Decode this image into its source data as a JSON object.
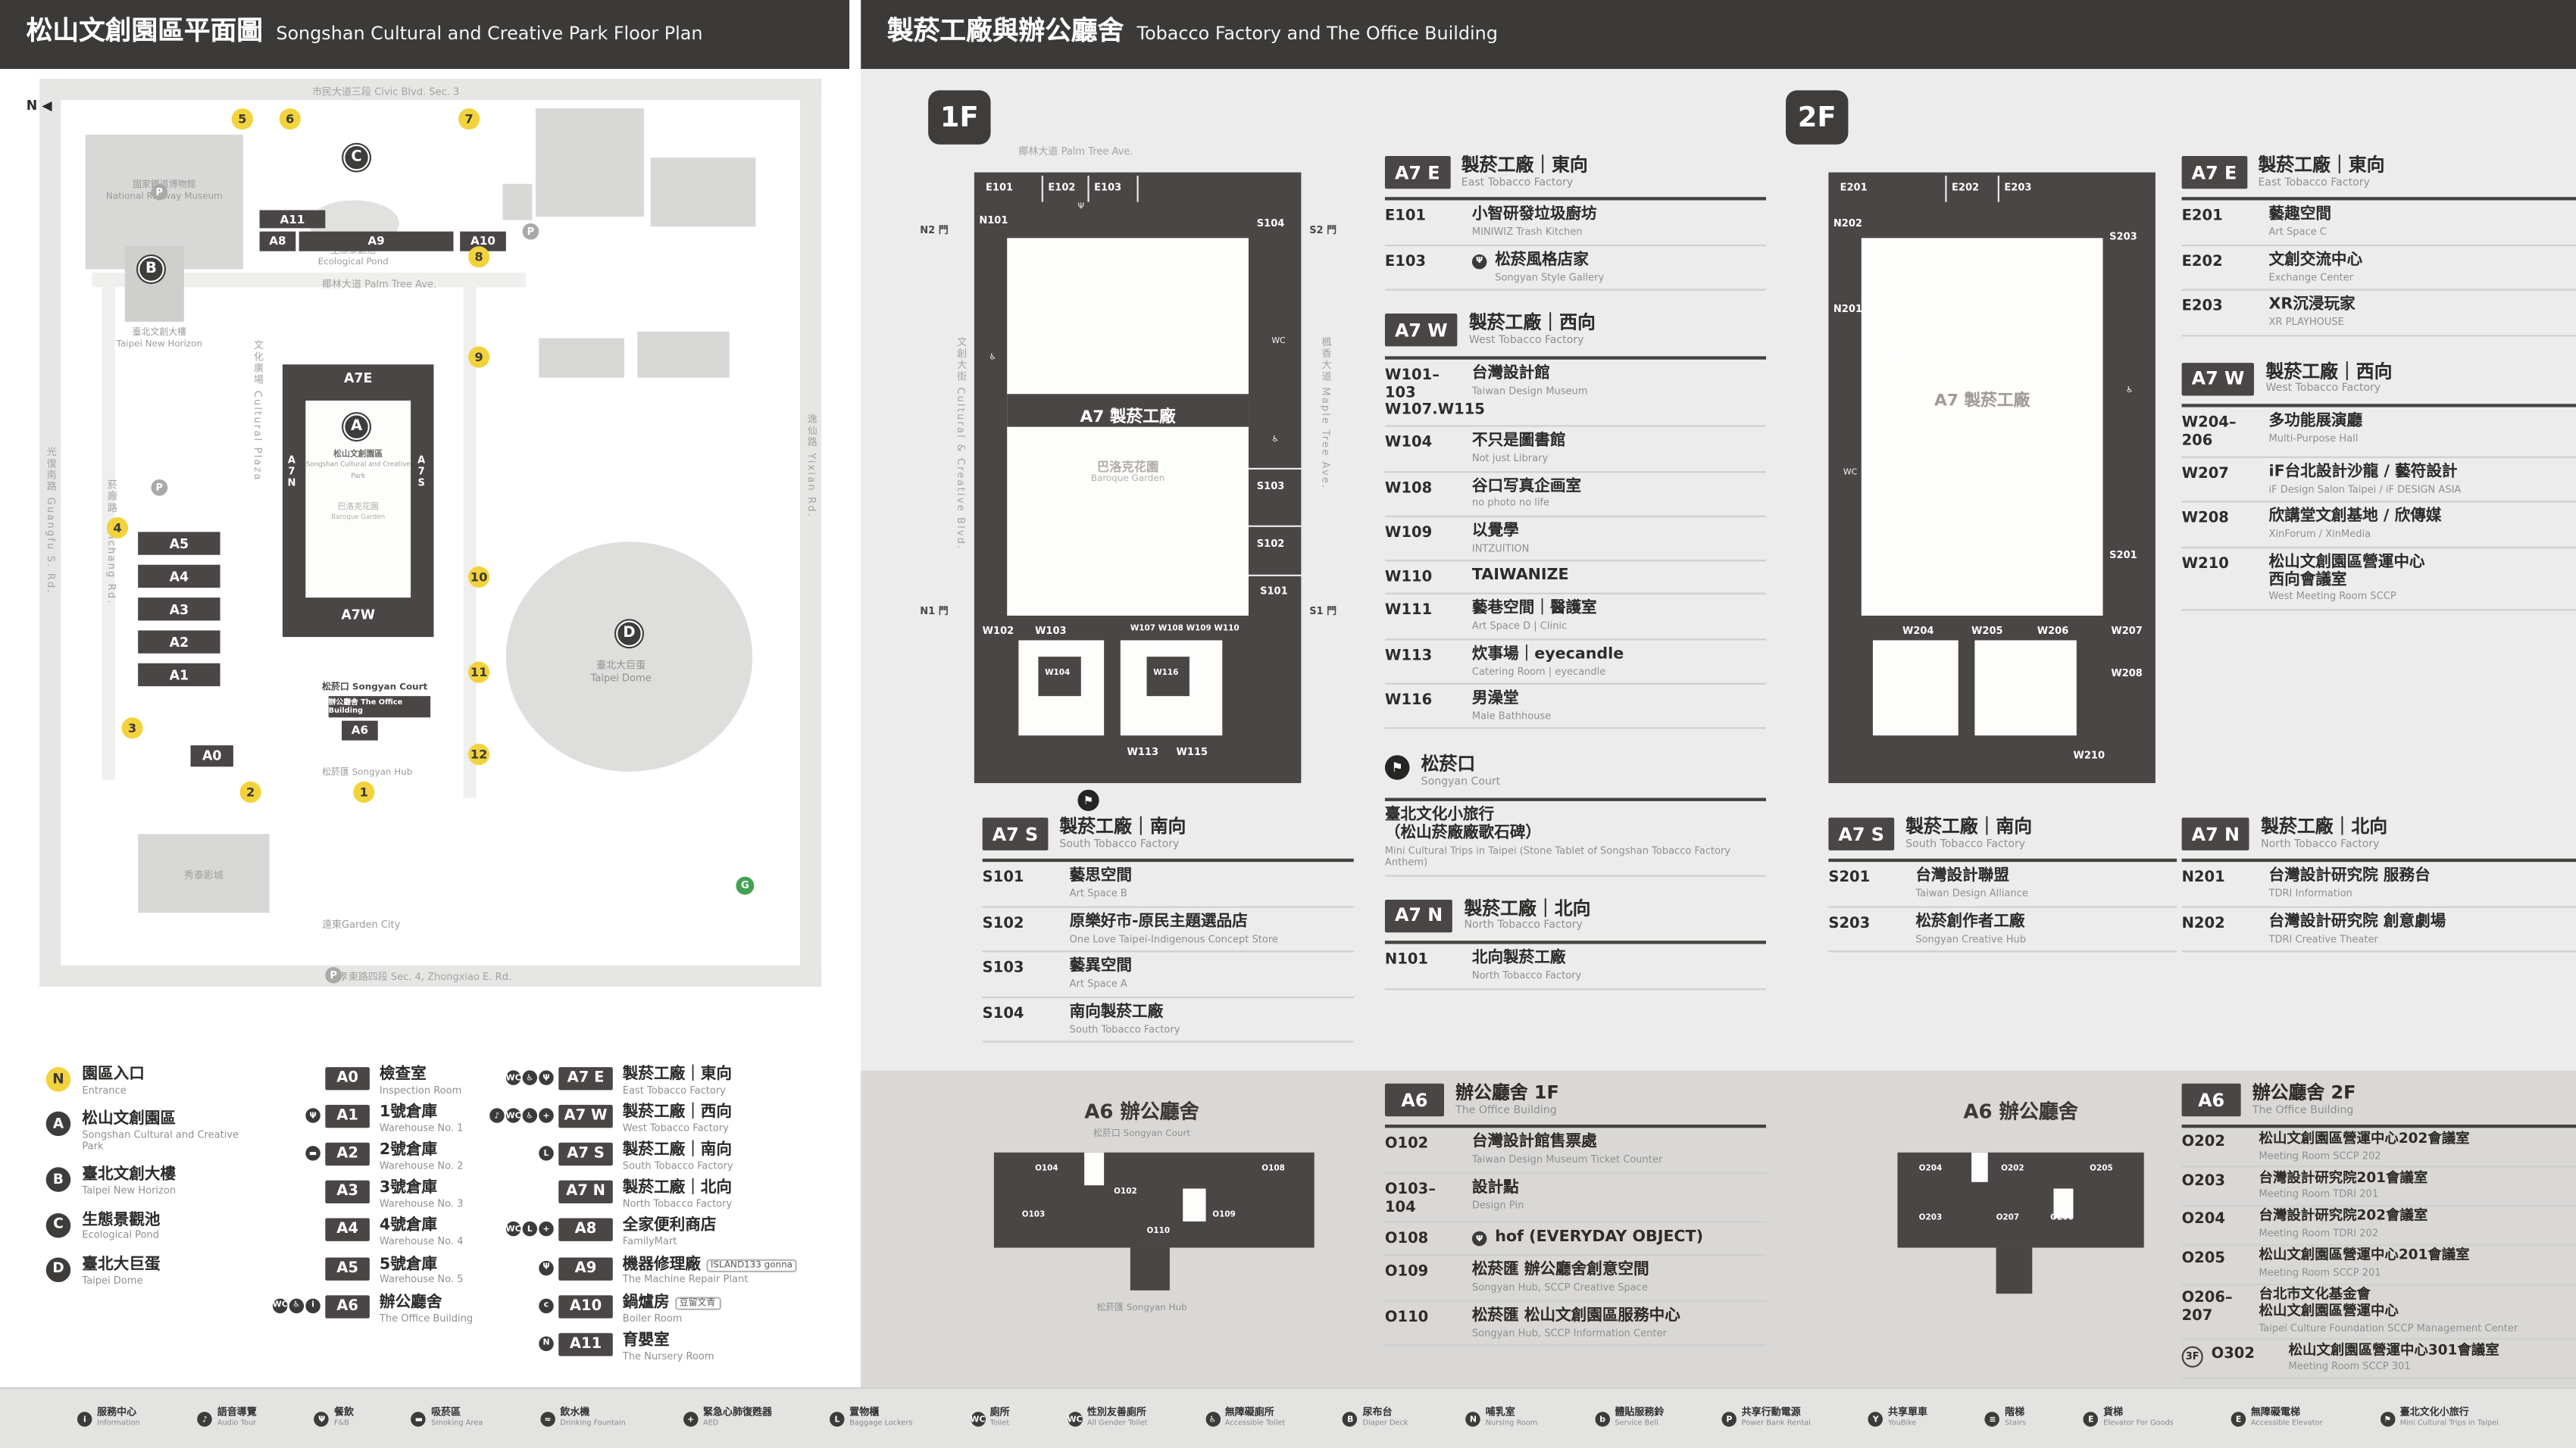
{
  "colors": {
    "header_bg": "#3b3a38",
    "building": "#4a4645",
    "panel_bg": "#ececec",
    "band_bg": "#d9d8d6",
    "entrance_yellow": "#f2d33c"
  },
  "icon_glyphs": {
    "north": "◀",
    "info": "i",
    "audio": "♪",
    "restaurant": "Ψ",
    "smoking": "▬",
    "fountain": "≈",
    "aed": "+",
    "locker": "L",
    "toilet": "WC",
    "allgender": "WC",
    "accessible": "♿",
    "diaper": "B",
    "nursing": "N",
    "bell": "b",
    "powerbank": "P",
    "bike": "Y",
    "stairs": "≡",
    "cargo": "E",
    "accesselev": "E",
    "trips": "⚑",
    "coffee": "c",
    "court": "⚑",
    "parking": "P",
    "green": "G"
  },
  "left": {
    "header": {
      "zh": "松山文創園區平面圖",
      "en": "Songshan Cultural and Creative Park Floor Plan"
    },
    "map": {
      "north": "N",
      "markers": {
        "a": "A",
        "b": "B",
        "c": "C",
        "d": "D"
      },
      "blocks": {
        "a0": "A0",
        "a1": "A1",
        "a2": "A2",
        "a3": "A3",
        "a4": "A4",
        "a5": "A5",
        "a6": "A6",
        "a8": "A8",
        "a9": "A9",
        "a10": "A10",
        "a11": "A11",
        "a7e": "A7E",
        "a7w": "A7W",
        "a7n": "A7N",
        "a7s": "A7S"
      },
      "labels": {
        "street_top": "市民大道三段 Civic Blvd. Sec. 3",
        "street_left": "光復南路 Guangfu S. Rd.",
        "street_right": "逸仙路 Yixian Rd.",
        "street_bottom": "忠孝東路四段 Sec. 4, Zhongxiao E. Rd.",
        "palm_ave": "椰林大道 Palm Tree Ave.",
        "yanchang": "菸廠路 Yanchang Rd.",
        "cultural_plaza": "文化廣場 Cultural Plaza",
        "museum_zh": "國家鐵道博物館",
        "museum_en": "National Railway Museum",
        "baroque_zh": "巴洛克花園",
        "baroque_en": "Baroque Garden",
        "songyan_court": "松菸口 Songyan Court",
        "office_building": "辦公廳舍 The Office Building",
        "songyan_hub": "松菸匯 Songyan Hub",
        "cinema": "秀泰影城",
        "garden_city": "遠東Garden City"
      },
      "gates": [
        "1",
        "2",
        "3",
        "4",
        "5",
        "6",
        "7",
        "8",
        "9",
        "10",
        "11",
        "12"
      ]
    },
    "legend": {
      "places": [
        {
          "badge": "N",
          "zh": "園區入口",
          "en": "Entrance"
        },
        {
          "badge": "A",
          "zh": "松山文創園區",
          "en": "Songshan Cultural and Creative Park"
        },
        {
          "badge": "B",
          "zh": "臺北文創大樓",
          "en": "Taipei New Horizon"
        },
        {
          "badge": "C",
          "zh": "生態景觀池",
          "en": "Ecological Pond"
        },
        {
          "badge": "D",
          "zh": "臺北大巨蛋",
          "en": "Taipei Dome"
        }
      ],
      "buildings": [
        {
          "code": "A0",
          "zh": "檢查室",
          "en": "Inspection Room",
          "icons": []
        },
        {
          "code": "A1",
          "zh": "1號倉庫",
          "en": "Warehouse No. 1",
          "icons": [
            "restaurant"
          ]
        },
        {
          "code": "A2",
          "zh": "2號倉庫",
          "en": "Warehouse No. 2",
          "icons": [
            "smoking"
          ]
        },
        {
          "code": "A3",
          "zh": "3號倉庫",
          "en": "Warehouse No. 3",
          "icons": []
        },
        {
          "code": "A4",
          "zh": "4號倉庫",
          "en": "Warehouse No. 4",
          "icons": []
        },
        {
          "code": "A5",
          "zh": "5號倉庫",
          "en": "Warehouse No. 5",
          "icons": []
        },
        {
          "code": "A6",
          "zh": "辦公廳舍",
          "en": "The Office Building",
          "icons": [
            "toilet",
            "accessible",
            "info"
          ]
        }
      ],
      "factory": [
        {
          "code": "A7 E",
          "zh": "製菸工廠｜東向",
          "en": "East Tobacco Factory",
          "icons": [
            "toilet",
            "accessible",
            "restaurant"
          ],
          "logo": ""
        },
        {
          "code": "A7 W",
          "zh": "製菸工廠｜西向",
          "en": "West Tobacco Factory",
          "icons": [
            "audio",
            "toilet",
            "accessible",
            "aed"
          ],
          "logo": ""
        },
        {
          "code": "A7 S",
          "zh": "製菸工廠｜南向",
          "en": "South Tobacco Factory",
          "icons": [
            "locker"
          ],
          "logo": ""
        },
        {
          "code": "A7 N",
          "zh": "製菸工廠｜北向",
          "en": "North Tobacco Factory",
          "icons": [],
          "logo": ""
        },
        {
          "code": "A8",
          "zh": "全家便利商店",
          "en": "FamilyMart",
          "icons": [
            "toilet",
            "locker",
            "aed"
          ],
          "logo": ""
        },
        {
          "code": "A9",
          "zh": "機器修理廠",
          "en": "The Machine Repair Plant",
          "icons": [
            "restaurant"
          ],
          "logo": "ISLAND133 gonna"
        },
        {
          "code": "A10",
          "zh": "鍋爐房",
          "en": "Boiler Room",
          "icons": [
            "coffee"
          ],
          "logo": "豆留文青"
        },
        {
          "code": "A11",
          "zh": "育嬰室",
          "en": "The Nursery Room",
          "icons": [
            "nursing"
          ],
          "logo": ""
        }
      ]
    }
  },
  "right": {
    "header": {
      "zh": "製菸工廠與辦公廳舍",
      "en": "Tobacco Factory and The Office Building"
    },
    "f1": {
      "floor_badge": "1F",
      "plan": {
        "street_top": "椰林大道 Palm Tree Ave.",
        "street_left": "文創大街 Cultural & Creative Blvd.",
        "street_right": "楓香大道 Maple Tree Ave.",
        "center_zh": "A7 製菸工廠",
        "courtyard_zh": "巴洛克花園",
        "courtyard_en": "Baroque Garden",
        "gates": {
          "n2": "N2 門",
          "s2": "S2 門",
          "n1": "N1 門",
          "s1": "S1 門"
        },
        "rooms": {
          "e101": "E101",
          "e102": "E102",
          "e103": "E103",
          "n101": "N101",
          "s101": "S101",
          "s102": "S102",
          "s103": "S103",
          "s104": "S104",
          "w102": "W102",
          "w103": "W103",
          "w104": "W104",
          "w107": "W107",
          "w108": "W108",
          "w109": "W109",
          "w110": "W110",
          "w113": "W113",
          "w115": "W115",
          "w116": "W116"
        }
      },
      "sections": {
        "a7e": {
          "badge": "A7 E",
          "zh": "製菸工廠｜東向",
          "en": "East Tobacco Factory",
          "entries": [
            {
              "code": "E101",
              "icons": [],
              "zh": "小智研發垃圾廚坊",
              "en": "MINIWIZ Trash Kitchen"
            },
            {
              "code": "E103",
              "icons": [
                "restaurant"
              ],
              "zh": "松菸風格店家",
              "en": "Songyan Style Gallery"
            }
          ]
        },
        "a7w": {
          "badge": "A7 W",
          "zh": "製菸工廠｜西向",
          "en": "West Tobacco Factory",
          "entries": [
            {
              "code": "W101–103\nW107.W115",
              "icons": [],
              "zh": "台灣設計館",
              "en": "Taiwan Design Museum"
            },
            {
              "code": "W104",
              "icons": [],
              "zh": "不只是圖書館",
              "en": "Not just Library"
            },
            {
              "code": "W108",
              "icons": [],
              "zh": "谷口写真企画室",
              "en": "no photo no life"
            },
            {
              "code": "W109",
              "icons": [],
              "zh": "以覺學",
              "en": "INTZUITION"
            },
            {
              "code": "W110",
              "icons": [],
              "zh": "TAIWANIZE",
              "en": ""
            },
            {
              "code": "W111",
              "icons": [],
              "zh": "藝巷空間｜醫護室",
              "en": "Art Space D | Clinic"
            },
            {
              "code": "W113",
              "icons": [],
              "zh": "炊事場｜eyecandle",
              "en": "Catering Room | eyecandle"
            },
            {
              "code": "W116",
              "icons": [],
              "zh": "男澡堂",
              "en": "Male Bathhouse"
            }
          ]
        },
        "a7s": {
          "badge": "A7 S",
          "zh": "製菸工廠｜南向",
          "en": "South Tobacco Factory",
          "entries": [
            {
              "code": "S101",
              "icons": [],
              "zh": "藝思空間",
              "en": "Art Space B"
            },
            {
              "code": "S102",
              "icons": [],
              "zh": "原樂好市-原民主題選品店",
              "en": "One Love Taipei-Indigenous Concept Store"
            },
            {
              "code": "S103",
              "icons": [],
              "zh": "藝異空間",
              "en": "Art Space A"
            },
            {
              "code": "S104",
              "icons": [],
              "zh": "南向製菸工廠",
              "en": "South Tobacco Factory"
            }
          ]
        },
        "court": {
          "zh": "松菸口",
          "en": "Songyan Court",
          "icons": [
            "court"
          ],
          "entries": [
            {
              "code": "",
              "icons": [],
              "zh": "臺北文化小旅行\n（松山菸廠廠歌石碑）",
              "en": "Mini Cultural Trips in Taipei (Stone Tablet of Songshan Tobacco Factory Anthem)"
            }
          ]
        },
        "a7n": {
          "badge": "A7 N",
          "zh": "製菸工廠｜北向",
          "en": "North Tobacco Factory",
          "entries": [
            {
              "code": "N101",
              "icons": [],
              "zh": "北向製菸工廠",
              "en": "North Tobacco Factory"
            }
          ]
        },
        "a6": {
          "badge": "A6",
          "zh": "辦公廳舍 1F",
          "en": "The Office Building",
          "entries": [
            {
              "code": "O102",
              "icons": [],
              "zh": "台灣設計館售票處",
              "en": "Taiwan Design Museum Ticket Counter"
            },
            {
              "code": "O103–104",
              "icons": [],
              "zh": "設計點",
              "en": "Design Pin"
            },
            {
              "code": "O108",
              "icons": [
                "restaurant"
              ],
              "zh": "hof (EVERYDAY OBJECT)",
              "en": ""
            },
            {
              "code": "O109",
              "icons": [],
              "zh": "松菸匯 辦公廳舍創意空間",
              "en": "Songyan Hub, SCCP Creative Space"
            },
            {
              "code": "O110",
              "icons": [],
              "zh": "松菸匯 松山文創園區服務中心",
              "en": "Songyan Hub, SCCP Information Center"
            }
          ]
        }
      },
      "a6_plan": {
        "title": "A6 辦公廳舍",
        "court": "松菸口 Songyan Court",
        "hub": "松菸匯 Songyan Hub",
        "rooms": {
          "o102": "O102",
          "o103": "O103",
          "o104": "O104",
          "o108": "O108",
          "o109": "O109",
          "o110": "O110"
        }
      }
    },
    "f2": {
      "floor_badge": "2F",
      "plan": {
        "center_zh": "A7 製菸工廠",
        "rooms": {
          "e201": "E201",
          "e202": "E202",
          "e203": "E203",
          "n201": "N201",
          "n202": "N202",
          "s201": "S201",
          "s203": "S203",
          "w204": "W204",
          "w205": "W205",
          "w206": "W206",
          "w207": "W207",
          "w208": "W208",
          "w210": "W210"
        }
      },
      "sections": {
        "a7e": {
          "badge": "A7 E",
          "zh": "製菸工廠｜東向",
          "en": "East Tobacco Factory",
          "entries": [
            {
              "code": "E201",
              "icons": [],
              "zh": "藝趣空間",
              "en": "Art Space C"
            },
            {
              "code": "E202",
              "icons": [],
              "zh": "文創交流中心",
              "en": "Exchange Center"
            },
            {
              "code": "E203",
              "icons": [],
              "zh": "XR沉浸玩家",
              "en": "XR PLAYHOUSE"
            }
          ]
        },
        "a7w": {
          "badge": "A7 W",
          "zh": "製菸工廠｜西向",
          "en": "West Tobacco Factory",
          "entries": [
            {
              "code": "W204–206",
              "icons": [],
              "zh": "多功能展演廳",
              "en": "Multi-Purpose Hall"
            },
            {
              "code": "W207",
              "icons": [],
              "zh": "iF台北設計沙龍 / 藝符設計",
              "en": "iF Design Salon Taipei / iF DESIGN ASIA"
            },
            {
              "code": "W208",
              "icons": [],
              "zh": "欣講堂文創基地 / 欣傳媒",
              "en": "XinForum / XinMedia"
            },
            {
              "code": "W210",
              "icons": [],
              "zh": "松山文創園區營運中心\n西向會議室",
              "en": "West Meeting Room SCCP"
            }
          ]
        },
        "a7s": {
          "badge": "A7 S",
          "zh": "製菸工廠｜南向",
          "en": "South Tobacco Factory",
          "entries": [
            {
              "code": "S201",
              "icons": [],
              "zh": "台灣設計聯盟",
              "en": "Taiwan Design Alliance"
            },
            {
              "code": "S203",
              "icons": [],
              "zh": "松菸創作者工廠",
              "en": "Songyan Creative Hub"
            }
          ]
        },
        "a7n": {
          "badge": "A7 N",
          "zh": "製菸工廠｜北向",
          "en": "North Tobacco Factory",
          "entries": [
            {
              "code": "N201",
              "icons": [],
              "zh": "台灣設計研究院 服務台",
              "en": "TDRI Information"
            },
            {
              "code": "N202",
              "icons": [],
              "zh": "台灣設計研究院 創意劇場",
              "en": "TDRI Creative Theater"
            }
          ]
        },
        "a6": {
          "badge": "A6",
          "zh": "辦公廳舍 2F",
          "en": "The Office Building",
          "entries": [
            {
              "mark": "",
              "code": "O202",
              "icons": [],
              "zh": "松山文創園區營運中心202會議室",
              "en": "Meeting Room SCCP 202"
            },
            {
              "mark": "",
              "code": "O203",
              "icons": [],
              "zh": "台灣設計研究院201會議室",
              "en": "Meeting Room TDRI 201"
            },
            {
              "mark": "",
              "code": "O204",
              "icons": [],
              "zh": "台灣設計研究院202會議室",
              "en": "Meeting Room TDRI 202"
            },
            {
              "mark": "",
              "code": "O205",
              "icons": [],
              "zh": "松山文創園區營運中心201會議室",
              "en": "Meeting Room SCCP 201"
            },
            {
              "mark": "",
              "code": "O206–207",
              "icons": [],
              "zh": "台北市文化基金會\n松山文創園區營運中心",
              "en": "Taipei Culture Foundation SCCP Management Center"
            },
            {
              "mark": "3F",
              "code": "O302",
              "icons": [],
              "zh": "松山文創園區營運中心301會議室",
              "en": "Meeting Room SCCP 301"
            }
          ]
        }
      },
      "a6_plan": {
        "title": "A6 辦公廳舍",
        "rooms": {
          "o202": "O202",
          "o203": "O203",
          "o204": "O204",
          "o205": "O205",
          "o206": "O206",
          "o207": "O207"
        }
      }
    }
  },
  "footer": {
    "items": [
      {
        "icons": [
          "info"
        ],
        "zh": "服務中心",
        "en": "Information"
      },
      {
        "icons": [
          "audio"
        ],
        "zh": "語音導覽",
        "en": "Audio Tour"
      },
      {
        "icons": [
          "restaurant"
        ],
        "zh": "餐飲",
        "en": "F&B"
      },
      {
        "icons": [
          "smoking"
        ],
        "zh": "吸菸區",
        "en": "Smoking Area"
      },
      {
        "icons": [
          "fountain"
        ],
        "zh": "飲水機",
        "en": "Drinking Fountain"
      },
      {
        "icons": [
          "aed"
        ],
        "zh": "緊急心肺復甦器",
        "en": "AED"
      },
      {
        "icons": [
          "locker"
        ],
        "zh": "置物櫃",
        "en": "Baggage Lockers"
      },
      {
        "icons": [
          "toilet"
        ],
        "zh": "廁所",
        "en": "Toilet"
      },
      {
        "icons": [
          "allgender"
        ],
        "zh": "性別友善廁所",
        "en": "All Gender Toilet"
      },
      {
        "icons": [
          "accessible"
        ],
        "zh": "無障礙廁所",
        "en": "Accessible Toilet"
      },
      {
        "icons": [
          "diaper"
        ],
        "zh": "尿布台",
        "en": "Diaper Deck"
      },
      {
        "icons": [
          "nursing"
        ],
        "zh": "哺乳室",
        "en": "Nursing Room"
      },
      {
        "icons": [
          "bell"
        ],
        "zh": "體貼服務鈴",
        "en": "Service Bell"
      },
      {
        "icons": [
          "powerbank"
        ],
        "zh": "共享行動電源",
        "en": "Power Bank Rental"
      },
      {
        "icons": [
          "bike"
        ],
        "zh": "共享單車",
        "en": "YouBike"
      },
      {
        "icons": [
          "stairs"
        ],
        "zh": "階梯",
        "en": "Stairs"
      },
      {
        "icons": [
          "cargo"
        ],
        "zh": "貨梯",
        "en": "Elevator For Goods"
      },
      {
        "icons": [
          "accesselev"
        ],
        "zh": "無障礙電梯",
        "en": "Accessible Elevator"
      },
      {
        "icons": [
          "trips"
        ],
        "zh": "臺北文化小旅行",
        "en": "Mini Cultural Trips in Taipei"
      }
    ]
  }
}
